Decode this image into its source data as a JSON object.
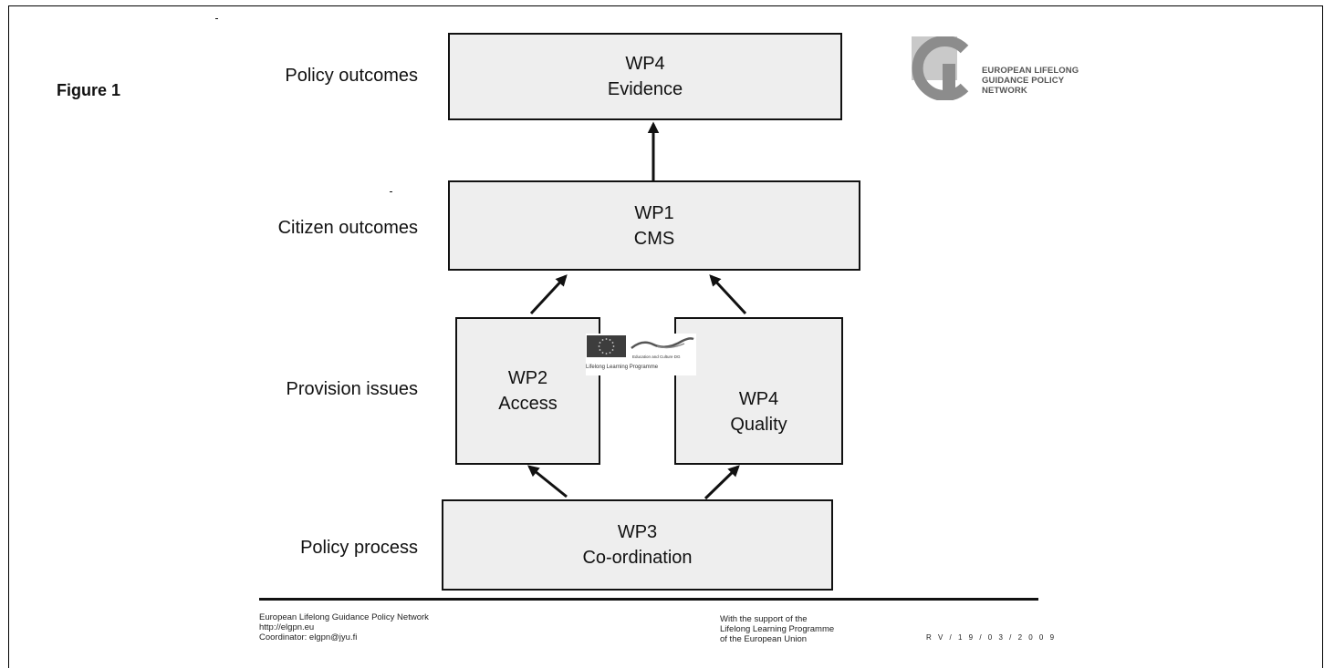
{
  "figure_label": "Figure 1",
  "rows": {
    "policy_outcomes": "Policy outcomes",
    "citizen_outcomes": "Citizen outcomes",
    "provision_issues": "Provision issues",
    "policy_process": "Policy process"
  },
  "boxes": {
    "evidence": {
      "code": "WP4",
      "title": "Evidence"
    },
    "cms": {
      "code": "WP1",
      "title": "CMS"
    },
    "access": {
      "code": "WP2",
      "title": "Access"
    },
    "quality": {
      "code": "WP4",
      "title": "Quality"
    },
    "coordination": {
      "code": "WP3",
      "title": "Co-ordination"
    }
  },
  "logo": {
    "lines": [
      "EUROPEAN LIFELONG",
      "GUIDANCE POLICY",
      "NETWORK"
    ],
    "accent": "#8c8c8c"
  },
  "eu_logo": {
    "dg_text": "Education and Culture DG",
    "programme_text": "Lifelong Learning Programme"
  },
  "footer": {
    "left": [
      "European Lifelong Guidance Policy Network",
      "http://elgpn.eu",
      "Coordinator: elgpn@jyu.fi"
    ],
    "middle": [
      "With the support of the",
      "Lifelong Learning Programme",
      "of the European Union"
    ],
    "version": "R V / 1 9 / 0 3 / 2 0 0 9"
  }
}
